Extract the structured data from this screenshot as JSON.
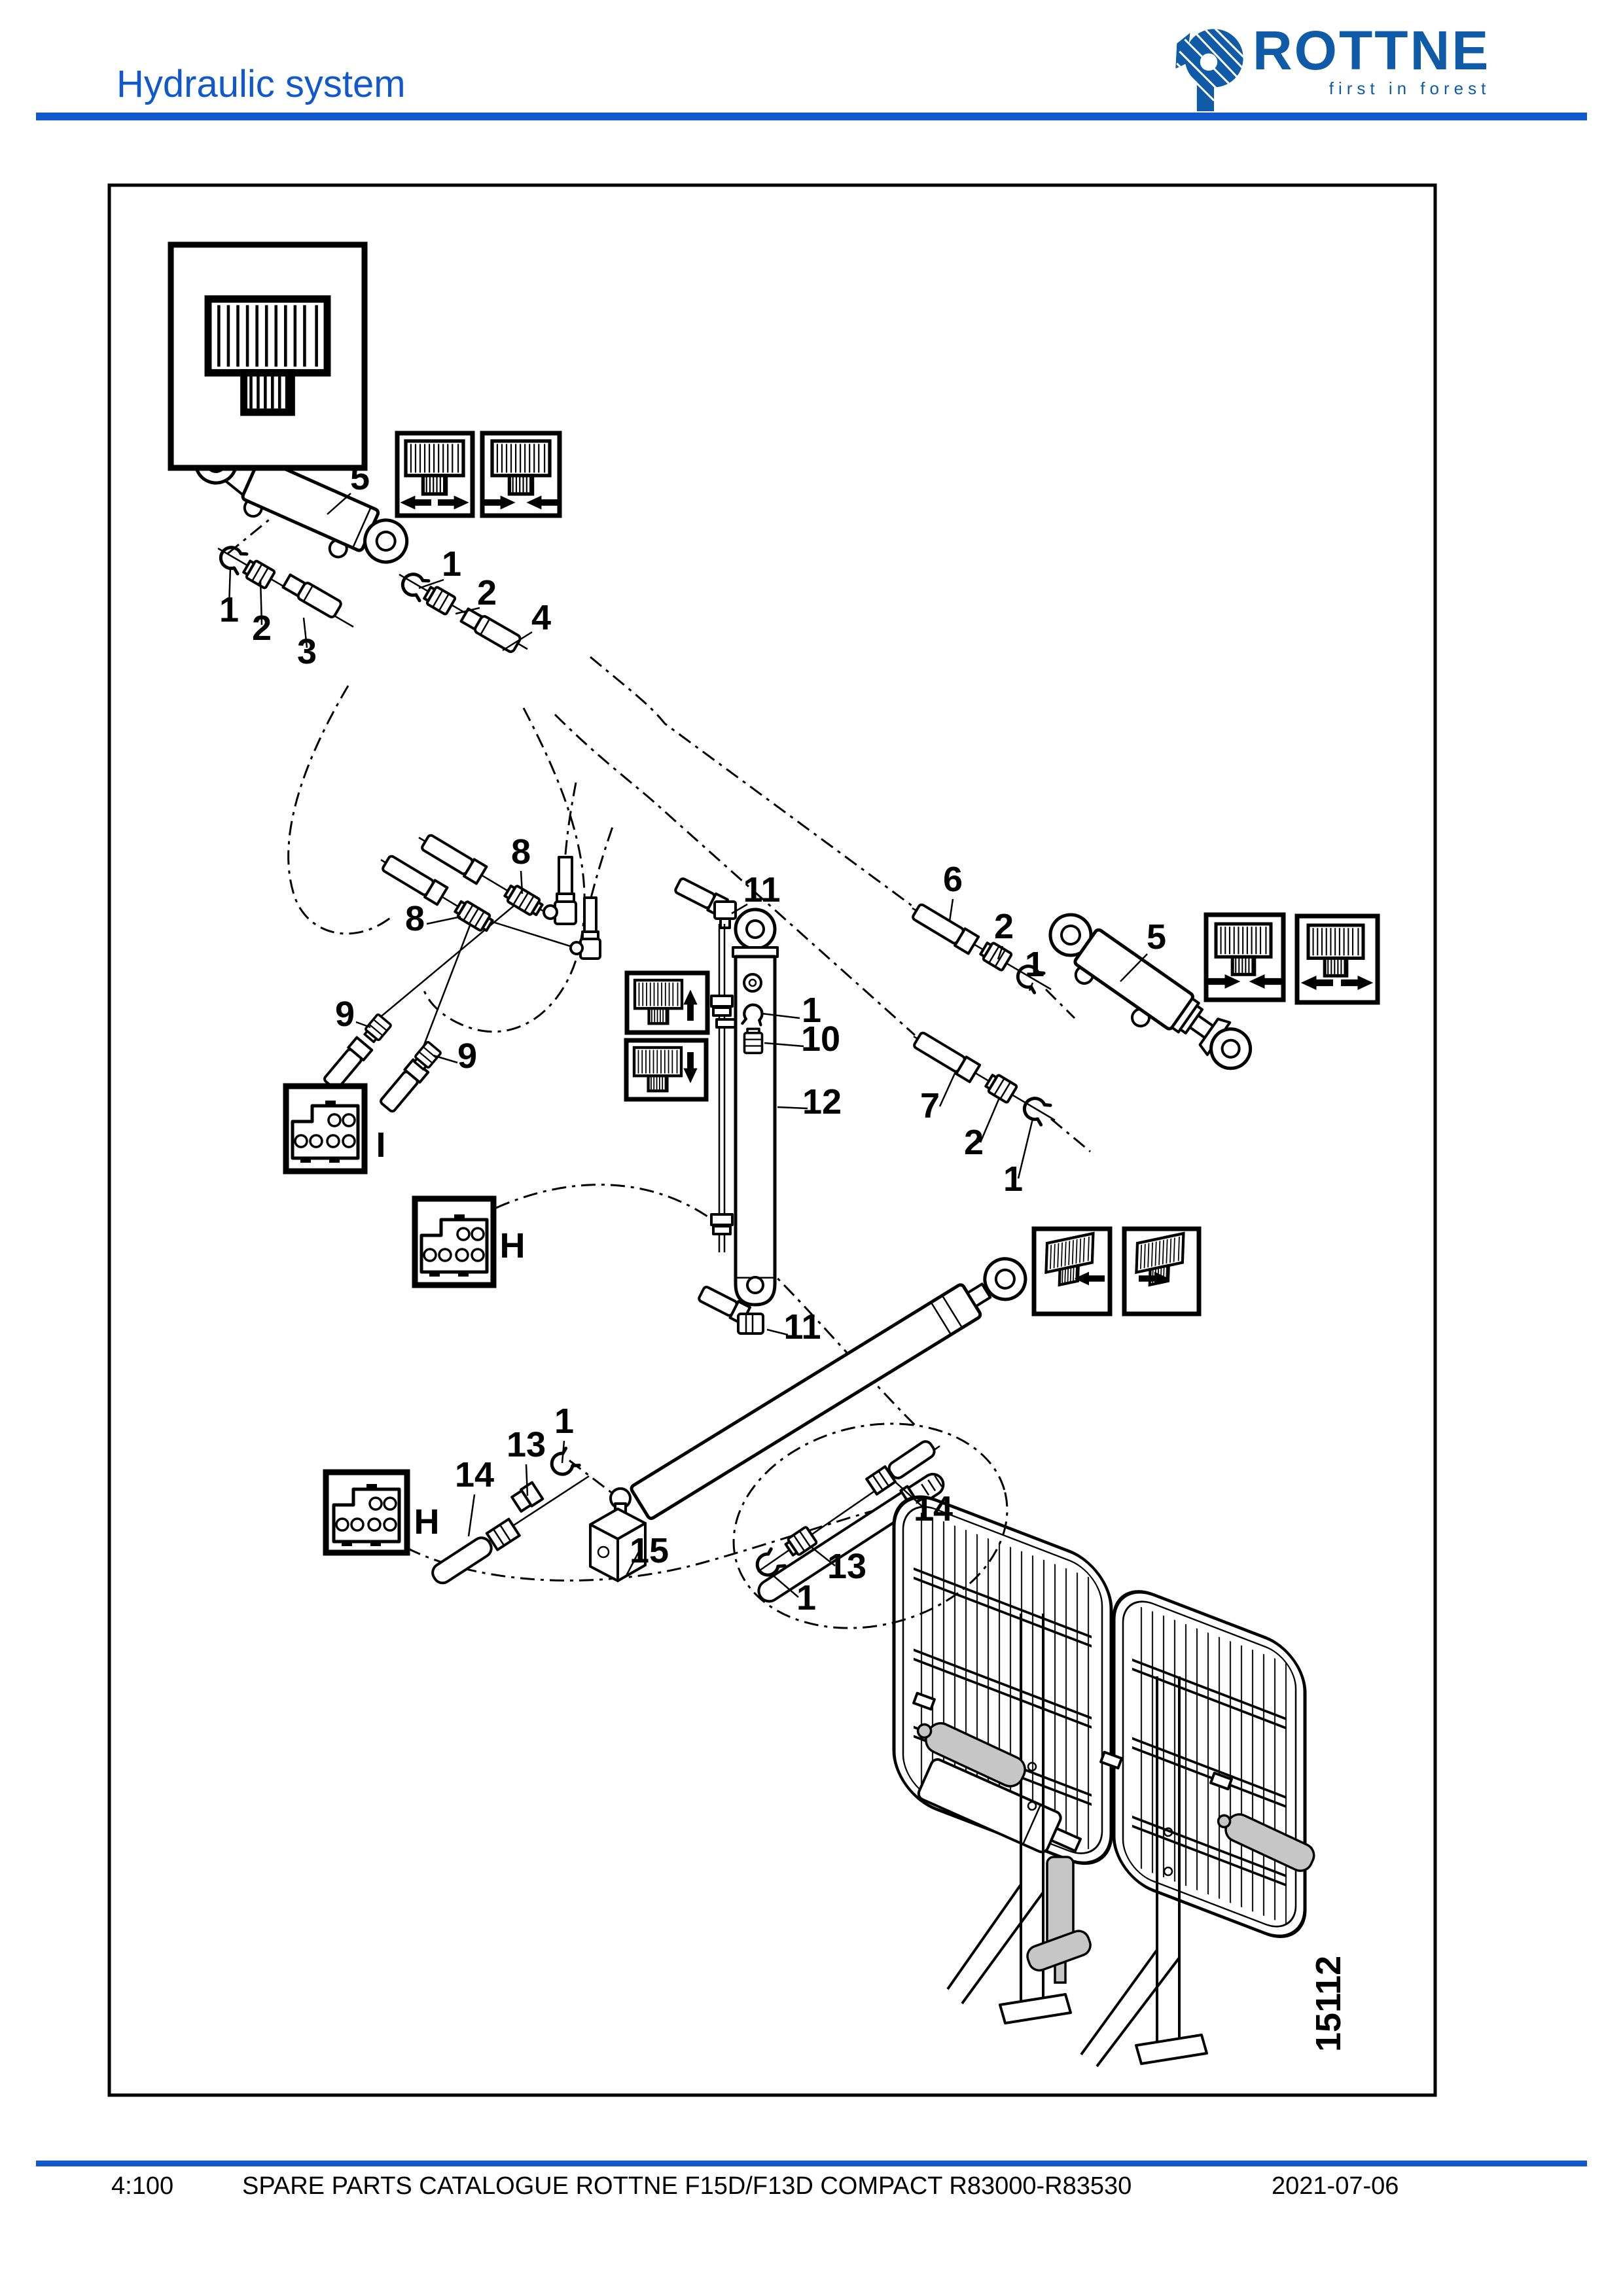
{
  "header": {
    "title": "Hydraulic system",
    "logo": {
      "brand": "ROTTNE",
      "tagline": "first in forest"
    }
  },
  "colors": {
    "accent_blue": "#1159CB",
    "logo_blue": "#0F5BA8",
    "diagram_ink": "#000000",
    "cylinder_gray": "#C6C6C6"
  },
  "figure": {
    "figure_number": "15112",
    "callouts": [
      {
        "text": "5"
      },
      {
        "text": "1"
      },
      {
        "text": "2"
      },
      {
        "text": "3"
      },
      {
        "text": "1"
      },
      {
        "text": "2"
      },
      {
        "text": "4"
      },
      {
        "text": "8"
      },
      {
        "text": "8"
      },
      {
        "text": "9"
      },
      {
        "text": "9"
      },
      {
        "text": "I"
      },
      {
        "text": "11"
      },
      {
        "text": "1"
      },
      {
        "text": "10"
      },
      {
        "text": "12"
      },
      {
        "text": "11"
      },
      {
        "text": "H"
      },
      {
        "text": "14"
      },
      {
        "text": "13"
      },
      {
        "text": "1"
      },
      {
        "text": "15"
      },
      {
        "text": "1"
      },
      {
        "text": "13"
      },
      {
        "text": "14"
      },
      {
        "text": "6"
      },
      {
        "text": "2"
      },
      {
        "text": "1"
      },
      {
        "text": "7"
      },
      {
        "text": "2"
      },
      {
        "text": "1"
      },
      {
        "text": "5"
      },
      {
        "text": "H"
      }
    ],
    "connectors": [
      {
        "label": "I"
      },
      {
        "label": "H"
      },
      {
        "label": "H"
      }
    ],
    "insets": [
      {
        "name": "gate-legend",
        "symbol": "gate-section",
        "arrows": "none"
      },
      {
        "name": "slide-both",
        "symbol": "gate-section",
        "arrows": "left-right"
      },
      {
        "name": "slide-together",
        "symbol": "gate-section",
        "arrows": "inward"
      },
      {
        "name": "lift-up",
        "symbol": "gate-section",
        "arrows": "up"
      },
      {
        "name": "lift-down",
        "symbol": "gate-section",
        "arrows": "down"
      },
      {
        "name": "fold-inward",
        "symbol": "gate-section",
        "arrows": "inward"
      },
      {
        "name": "fold-outward",
        "symbol": "gate-section",
        "arrows": "outward"
      },
      {
        "name": "tilt-left",
        "symbol": "gate-section-slanted",
        "arrows": "left"
      },
      {
        "name": "tilt-right",
        "symbol": "gate-section-slanted",
        "arrows": "right"
      }
    ]
  },
  "footer": {
    "page_ref": "4:100",
    "catalogue_title": "SPARE PARTS CATALOGUE ROTTNE F15D/F13D COMPACT R83000-R83530",
    "date": "2021-07-06"
  }
}
